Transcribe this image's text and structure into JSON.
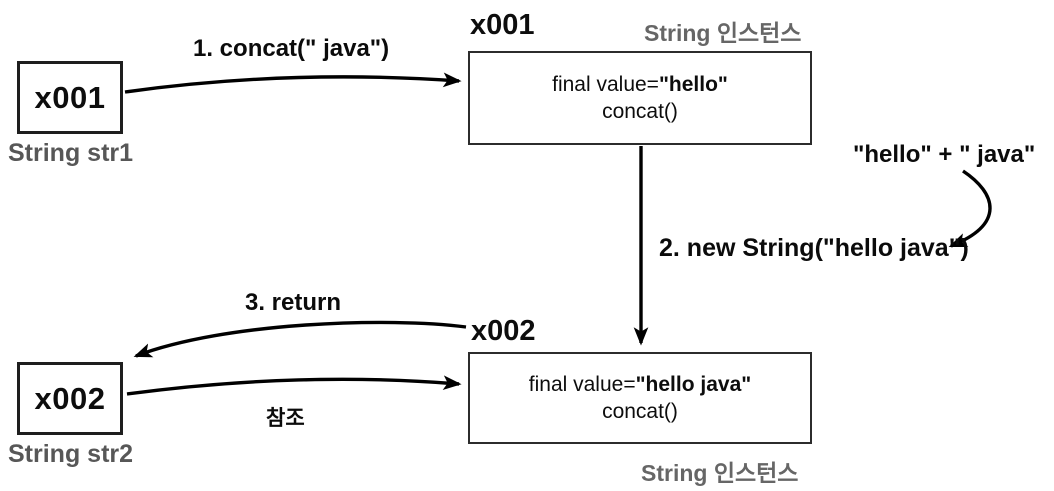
{
  "diagram": {
    "background": "#ffffff",
    "line_color": "#000000",
    "gray_label_color": "#575757"
  },
  "ref_boxes": [
    {
      "id": "x001",
      "caption": "String str1"
    },
    {
      "id": "x002",
      "caption": "String str2"
    }
  ],
  "instance_boxes": [
    {
      "title": "x001",
      "type_label": "String 인스턴스",
      "value_prefix": "final value=",
      "value": "\"hello\"",
      "method": "concat()"
    },
    {
      "title": "x002",
      "type_label": "String 인스턴스",
      "value_prefix": "final value=",
      "value": "\"hello java\"",
      "method": "concat()"
    }
  ],
  "arrow_labels": {
    "step1": "1. concat(\" java\")",
    "step2": "2. new String(\"hello java\")",
    "step3": "3. return",
    "expr": "\"hello\" + \" java\"",
    "ref": "참조"
  }
}
